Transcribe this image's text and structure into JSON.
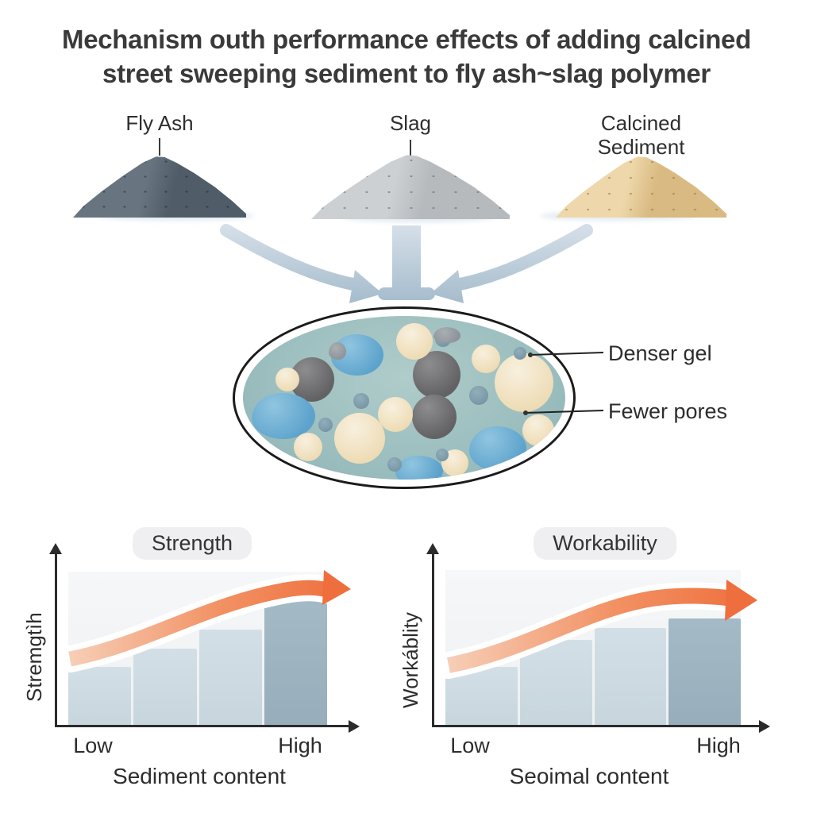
{
  "title": {
    "line1": "Mechanism outh performance effects of adding calcined",
    "line2": "street sweeping sediment to fly ash~slag polymer"
  },
  "materials": [
    {
      "label": "Fly Ash"
    },
    {
      "label": "Slag"
    },
    {
      "label": "Calcined Sediment"
    }
  ],
  "mixture": {
    "annotations": [
      {
        "label": "Denser gel"
      },
      {
        "label": "Fewer pores"
      }
    ]
  },
  "charts": [
    {
      "badge": "Strength",
      "ylabel": "Stremgtìh",
      "xlabel": "Sediment content",
      "x_low": "Low",
      "x_high": "High",
      "type": "bar",
      "categories": [
        "low",
        "mid-low",
        "mid-high",
        "high"
      ],
      "bars": [
        38,
        50,
        62.5,
        84.5
      ],
      "trend": "increasing"
    },
    {
      "badge": "Workability",
      "ylabel": "Workáblity",
      "xlabel": "Seoimal content",
      "x_low": "Low",
      "x_high": "High",
      "type": "bar",
      "categories": [
        "low",
        "mid-low",
        "mid-high",
        "high"
      ],
      "bars": [
        38,
        55,
        63,
        69
      ],
      "trend": "increasing-plateau"
    }
  ],
  "colors": {
    "accent_orange": "#ee6f3d",
    "arrow_blue": "#b0c4d3",
    "matrix_teal": "#9dbfbf",
    "fly_ash": "#5d6975",
    "slag": "#c6c9cb",
    "calcined_sediment": "#e8cfa0",
    "bar_light": "#ccd9e1",
    "bar_dark": "#9db3c0",
    "text": "#3a3a3a"
  }
}
